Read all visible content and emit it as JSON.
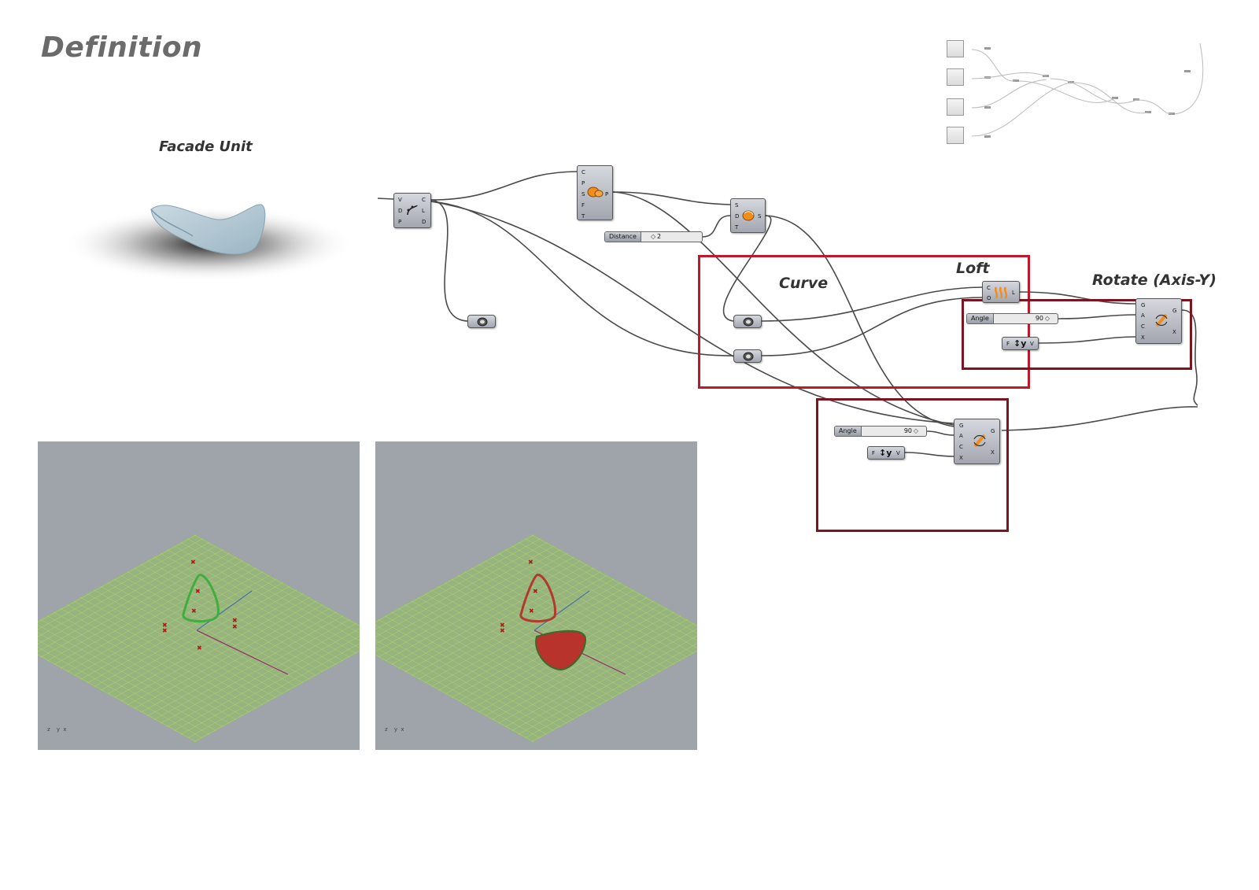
{
  "page": {
    "title": "Definition"
  },
  "facade_unit": {
    "label": "Facade Unit"
  },
  "labels": {
    "curve": "Curve",
    "loft": "Loft",
    "rotate": "Rotate (Axis-Y)"
  },
  "sliders": {
    "distance": {
      "name": "Distance",
      "value": "2"
    },
    "angle_top": {
      "name": "Angle",
      "value": "90"
    },
    "angle_bottom": {
      "name": "Angle",
      "value": "90"
    }
  },
  "nodes": {
    "divide_curve": {
      "inputs": [
        "V",
        "D",
        "P"
      ],
      "outputs": [
        "C",
        "L",
        "D"
      ]
    },
    "pipe": {
      "inputs": [
        "C",
        "P",
        "S",
        "F",
        "T"
      ],
      "outputs": [
        "P"
      ]
    },
    "offset": {
      "inputs": [
        "S",
        "D",
        "T"
      ],
      "outputs": [
        "S"
      ]
    },
    "loft": {
      "inputs": [
        "C",
        "O"
      ],
      "outputs": [
        "L"
      ]
    },
    "rotate_top": {
      "inputs": [
        "G",
        "A",
        "C",
        "X"
      ],
      "outputs": [
        "G",
        "X"
      ]
    },
    "rotate_bottom": {
      "inputs": [
        "G",
        "A",
        "C",
        "X"
      ],
      "outputs": [
        "G",
        "X"
      ]
    },
    "unit_y_top": {
      "inputs": [
        "F"
      ],
      "outputs": [
        "V"
      ],
      "glyph": "↕y"
    },
    "unit_y_bottom": {
      "inputs": [
        "F"
      ],
      "outputs": [
        "V"
      ],
      "glyph": "↕y"
    }
  },
  "viewports": {
    "left": {
      "axis_z": "z",
      "axis_y": "y",
      "axis_x": "x",
      "curve_color": "#3fae3f"
    },
    "right": {
      "axis_z": "z",
      "axis_y": "y",
      "axis_x": "x",
      "curve_color": "#b23a2c",
      "surface_color": "#b7332b"
    }
  },
  "colors": {
    "group_red": "#c0182b",
    "group_dark": "#7e1420",
    "viewport_bg": "#9fa3aa",
    "grid_green": "#9bd650"
  },
  "icons": {
    "divide": "divide-curve-icon",
    "pipe": "pipe-icon",
    "offset": "offset-surface-icon",
    "loft": "loft-icon",
    "rotate": "rotate-icon",
    "curve_param": "curve-parameter-icon"
  }
}
